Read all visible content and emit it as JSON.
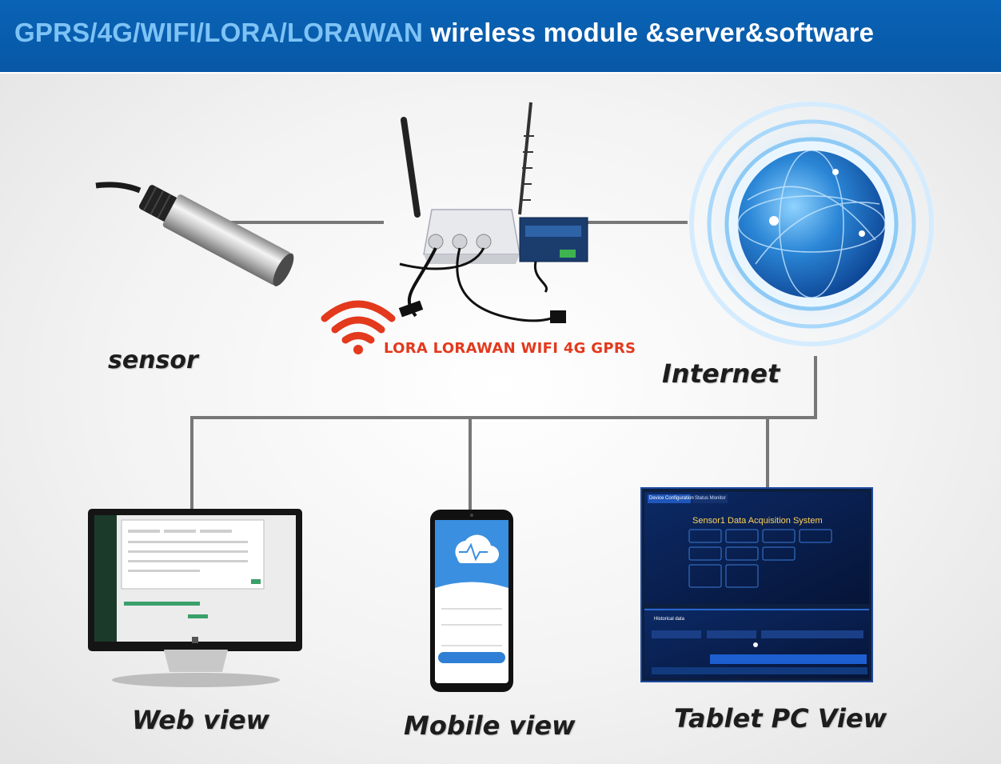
{
  "header": {
    "title_highlight": "GPRS/4G/WIFI/LORA/LORAWAN",
    "title_rest": " wireless module &server&software"
  },
  "labels": {
    "sensor": "sensor",
    "internet": "Internet",
    "protocols": "LORA LORAWAN WIFI 4G GPRS",
    "web": "Web view",
    "mobile": "Mobile view",
    "tablet": "Tablet PC View"
  },
  "tablet_screen": {
    "tab_config": "Device Configuration",
    "tab_monitor": "Status Monitor",
    "system_title": "Sensor1 Data Acquisition System",
    "historical": "Historical data"
  },
  "colors": {
    "header_bg": "#0a63b5",
    "header_highlight": "#7ec3f5",
    "protocol_text": "#e3391d",
    "connector": "#777777",
    "tablet_bg": "#071c4a",
    "globe_blue": "#1a73c9"
  },
  "icons": [
    "sensor-probe-icon",
    "gateway-device-icon",
    "wifi-signal-icon",
    "globe-icon",
    "monitor-icon",
    "smartphone-icon",
    "tablet-icon"
  ]
}
